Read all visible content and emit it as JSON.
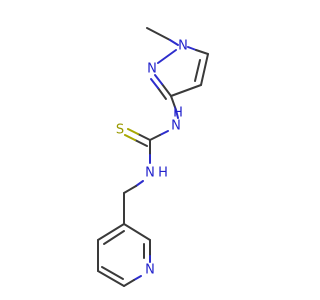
{
  "molecule": {
    "atoms": {
      "pyrazole_n1": {
        "symbol": "N"
      },
      "pyrazole_n2": {
        "symbol": "N"
      },
      "thiourea_s": {
        "symbol": "S"
      },
      "thiourea_nh_upper": {
        "symbol": "N",
        "hydrogen": "H"
      },
      "thiourea_nh_lower": {
        "symbol": "N",
        "hydrogen": "H"
      },
      "pyridine_n": {
        "symbol": "N"
      }
    }
  },
  "colors": {
    "bond": "#3a3a3a",
    "nitrogen": "#2222cc",
    "sulfur": "#999900"
  }
}
